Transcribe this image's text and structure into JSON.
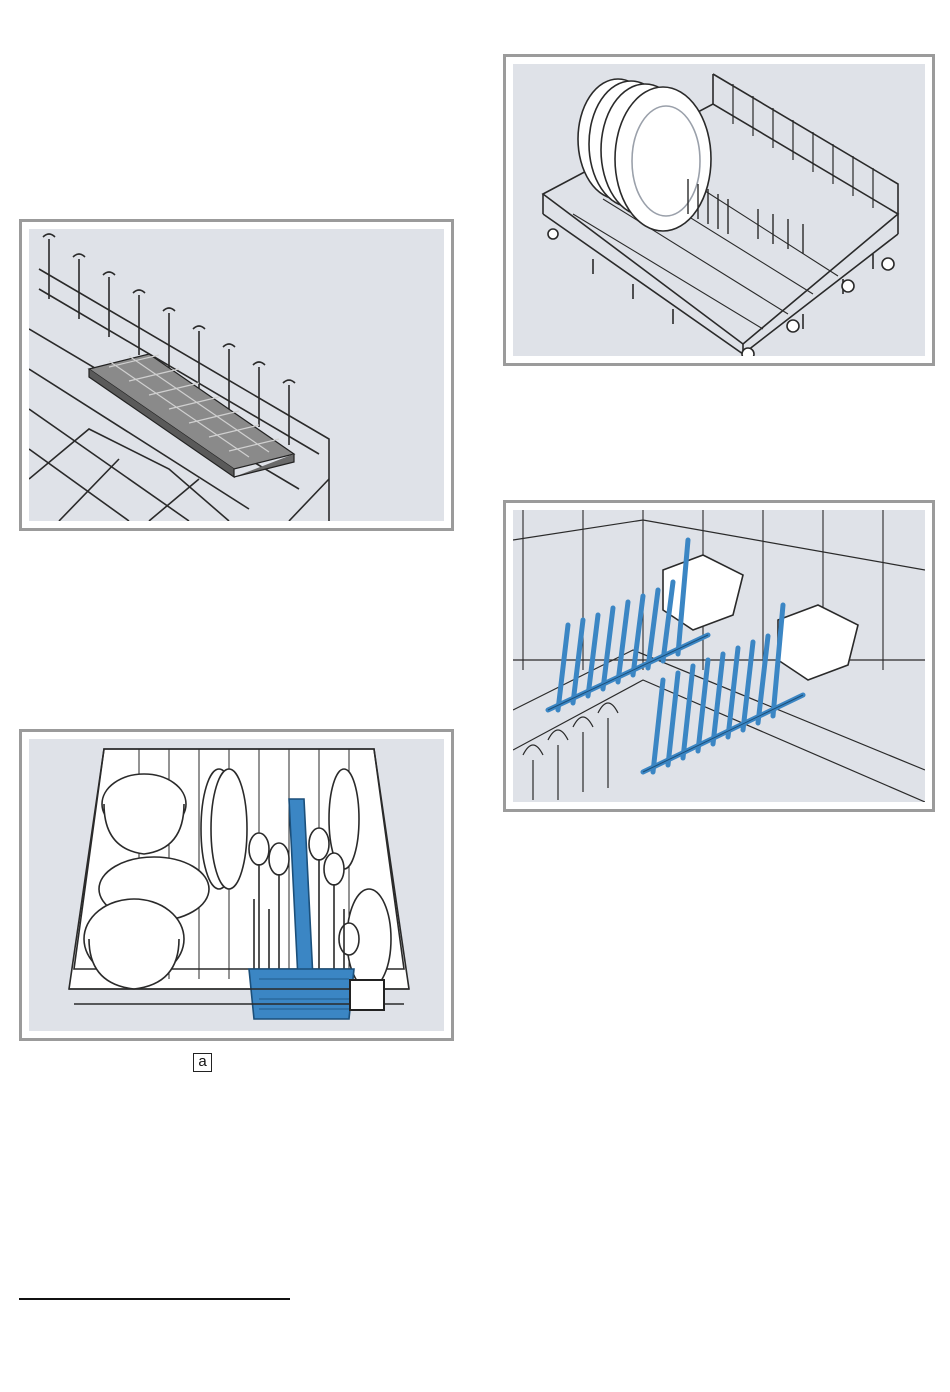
{
  "figures": {
    "rack_insert": {
      "icon": "rack-insert-illustration"
    },
    "cutlery_basket": {
      "icon": "cutlery-basket-illustration",
      "callout_label": "a"
    },
    "upper_rack": {
      "icon": "upper-rack-with-plates-illustration"
    },
    "fold_tines": {
      "icon": "foldable-tines-illustration"
    }
  },
  "colors": {
    "figure_background": "#dfe2e8",
    "frame_border": "#9b9b9b",
    "line_art": "#2a2a2a",
    "accent_blue": "#3b86c4"
  }
}
